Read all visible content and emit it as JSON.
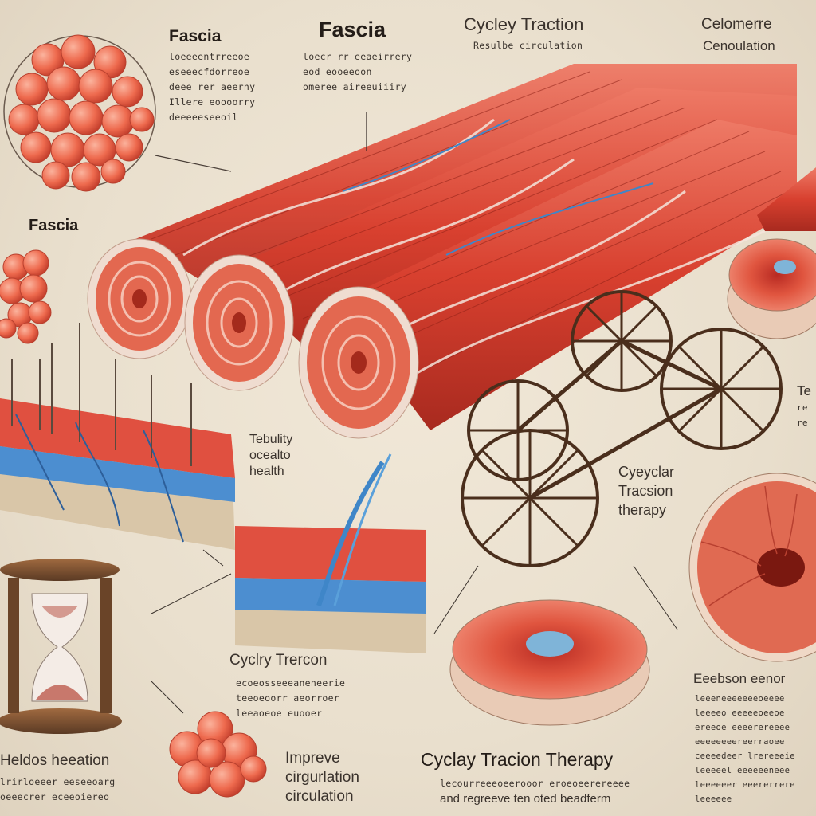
{
  "labels": {
    "fascia_top_left": "Fascia",
    "fascia_top_center": "Fascia",
    "fascia_left": "Fascia",
    "cycley_traction": "Cycley Traction",
    "cycley_traction_sub": "Resulbe circulation",
    "celomerre": "Celomerre",
    "celomerre_sub": "Cenoulation",
    "tebulity": "Tebulity",
    "tebulity_line2": "ocealto",
    "tebulity_line3": "health",
    "cyclear_traction": "Cyeyclar",
    "cyclear_line2": "Tracsion",
    "cyclear_line3": "therapy",
    "cyclry_tracon": "Cyclry Trercon",
    "heldos": "Heldos heeation",
    "improve": "Impreve",
    "improve_line2": "cirgurlation",
    "improve_line3": "circulation",
    "therapy_main": "Cyclay Tracion Therapy",
    "therapy_main_line2": "and regreeve ten oted beadferm",
    "right_edge": "Te",
    "eeebson": "Eeebson eenor"
  },
  "text_blocks": {
    "top_left": [
      "loeeeentrreeoe",
      "eseeecfdorreoe",
      "deee rer aeerny",
      "Illere eoooorry",
      "deeeeeseeoil"
    ],
    "top_center": [
      "loecr rr eeaeirrery",
      "eod eooeeoon",
      "omeree aireeuiiiry"
    ],
    "cyclry": [
      "ecoeosseeeaneneerie",
      "teeoeoorr aeorroer",
      "leeaoeoe euooer"
    ],
    "heldos": [
      "lrirloeeer eeseeoarg",
      "oeeecrer eceeoiereo"
    ],
    "therapy_main": [
      "lecourreeeoeerooor eroeoeerereeee"
    ],
    "right_edge": [
      "re",
      "re"
    ],
    "eeebson": [
      "leeeneeeeeeeoeeee",
      "leeeeo eeeeeoeeoe",
      "ereeoe eeeerereeee",
      "eeeeeeeereerraoee",
      "ceeeedeer lrereeeie",
      "leeeeel eeeeeeneee",
      "leeeeeer eeererrere",
      "leeeeee"
    ]
  },
  "colors": {
    "muscle": "#d8402f",
    "muscle_light": "#ee7a66",
    "fascia": "#efdcd0",
    "vessel": "#3f86c8",
    "wood": "#5a3a24",
    "background": "#ece3d3"
  },
  "icons": [
    "cell-cluster-icon",
    "muscle-bundle-icon",
    "cart-wheel-icon",
    "hourglass-icon",
    "tissue-block-icon",
    "muscle-cross-section-icon"
  ]
}
